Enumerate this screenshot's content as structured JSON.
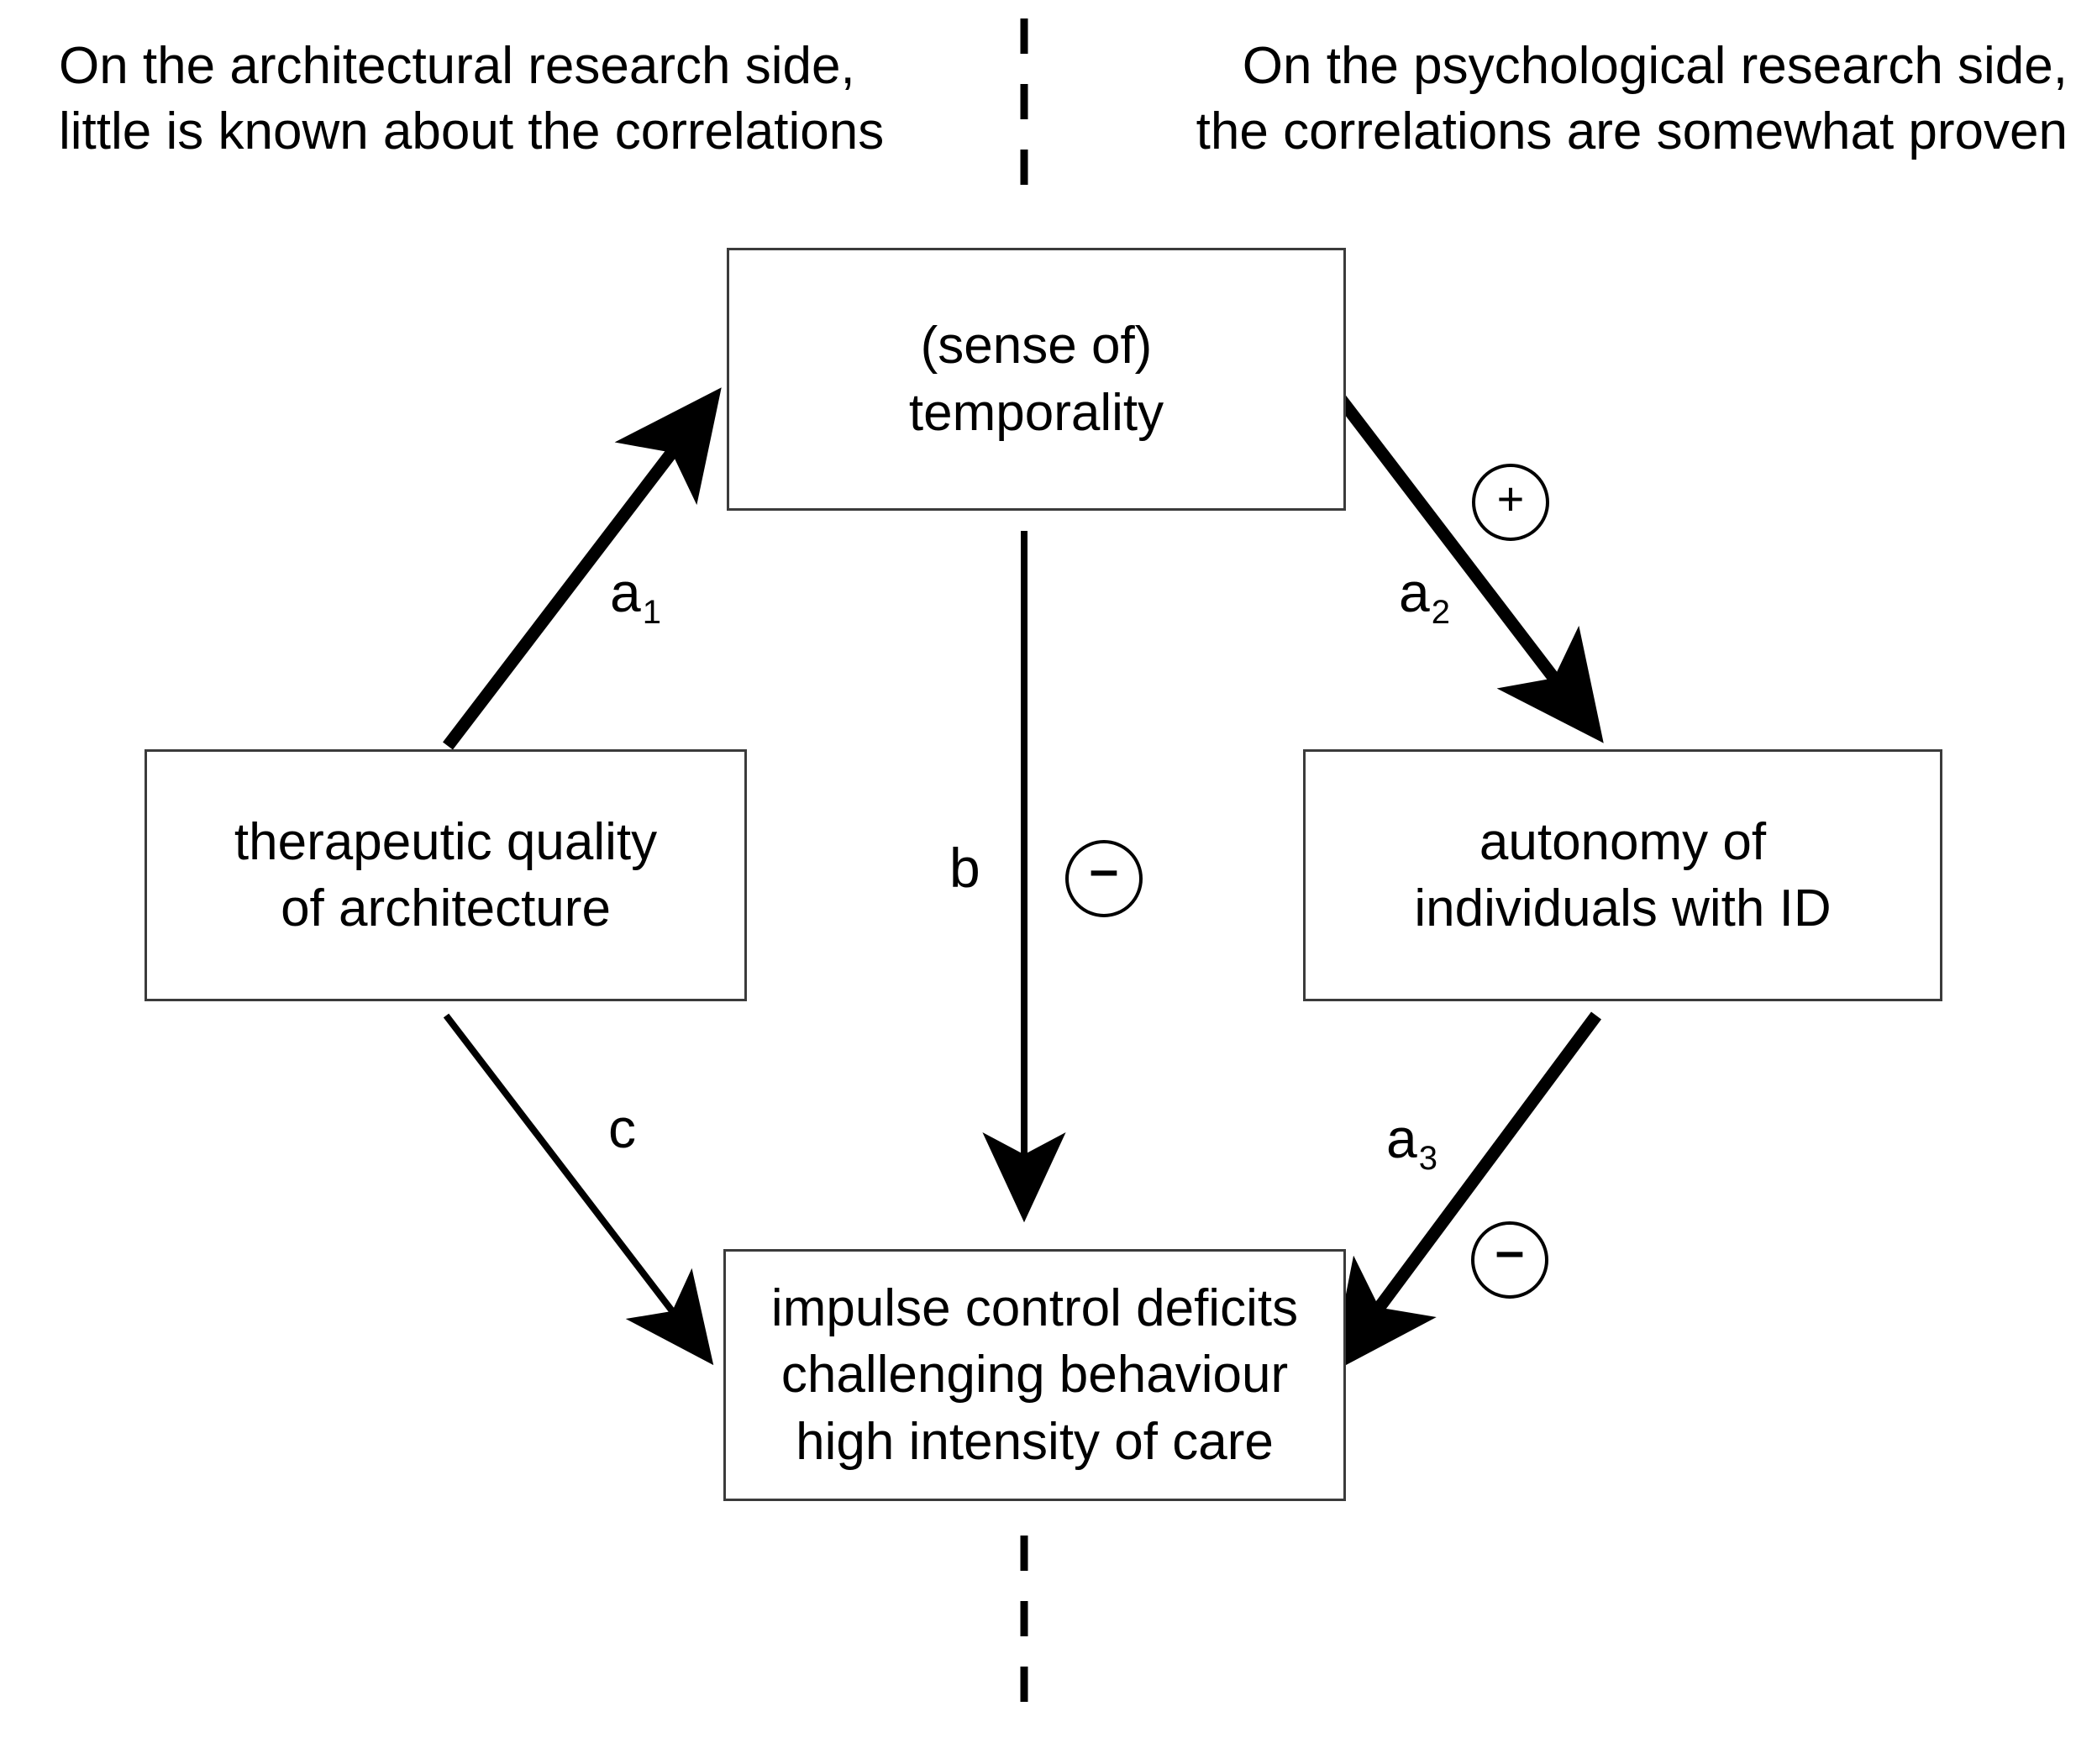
{
  "diagram": {
    "type": "mediation-model",
    "divider": {
      "style": "dashed-vertical",
      "color": "#000000"
    },
    "annotations": {
      "left_side_note": "On the architectural research side,\nlittle is known about the correlations",
      "right_side_note": "On the psychological research side,\nthe correlations are somewhat proven"
    },
    "nodes": {
      "temporality": "(sense of)\ntemporality",
      "architecture": "therapeutic quality\nof architecture",
      "autonomy": "autonomy of\nindividuals with ID",
      "outcomes": "impulse control deficits\nchallenging behaviour\nhigh intensity of care"
    },
    "paths": [
      {
        "id": "a1",
        "label": "a",
        "subscript": "1",
        "from": "architecture",
        "to": "temporality",
        "weight": "thick",
        "sign": null
      },
      {
        "id": "a2",
        "label": "a",
        "subscript": "2",
        "from": "temporality",
        "to": "autonomy",
        "weight": "thick",
        "sign": "+"
      },
      {
        "id": "a3",
        "label": "a",
        "subscript": "3",
        "from": "autonomy",
        "to": "outcomes",
        "weight": "thick",
        "sign": "–"
      },
      {
        "id": "b",
        "label": "b",
        "subscript": "",
        "from": "temporality",
        "to": "outcomes",
        "weight": "thin",
        "sign": "–"
      },
      {
        "id": "c",
        "label": "c",
        "subscript": "",
        "from": "architecture",
        "to": "outcomes",
        "weight": "thin",
        "sign": null
      }
    ],
    "signs": {
      "plus": "+",
      "minus": "–"
    }
  }
}
